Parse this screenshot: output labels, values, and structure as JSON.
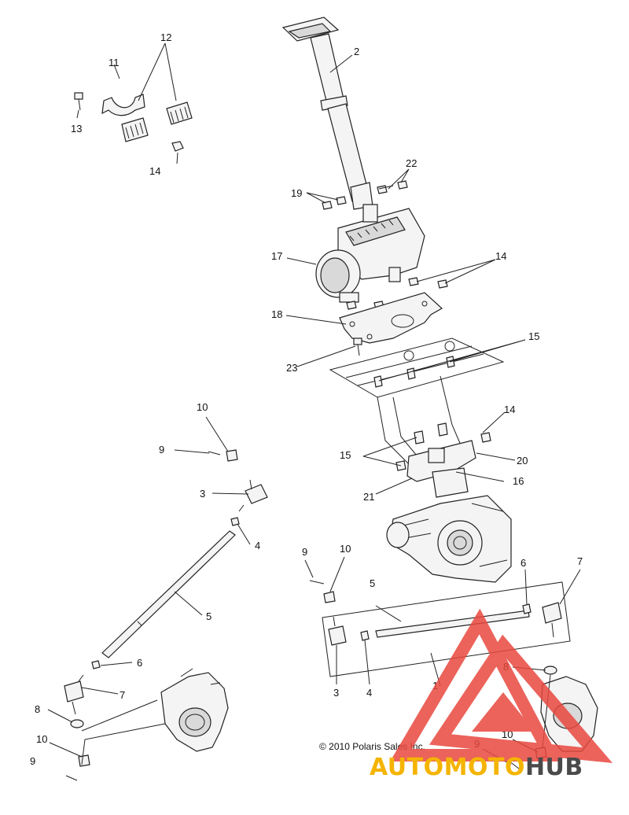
{
  "diagram": {
    "callouts": {
      "c1": "1",
      "c2": "2",
      "c3a": "3",
      "c3b": "3",
      "c4a": "4",
      "c4b": "4",
      "c5a": "5",
      "c5b": "5",
      "c6a": "6",
      "c6b": "6",
      "c7a": "7",
      "c7b": "7",
      "c8a": "8",
      "c8b": "8",
      "c9a": "9",
      "c9b": "9",
      "c9c": "9",
      "c9d": "9",
      "c10a": "10",
      "c10b": "10",
      "c10c": "10",
      "c10d": "10",
      "c11": "11",
      "c12": "12",
      "c13": "13",
      "c14a": "14",
      "c14b": "14",
      "c14c": "14",
      "c15a": "15",
      "c15b": "15",
      "c16": "16",
      "c17": "17",
      "c18": "18",
      "c19": "19",
      "c20": "20",
      "c21": "21",
      "c22": "22",
      "c23": "23"
    },
    "copyright": "© 2010 Polaris Sales Inc."
  },
  "watermark": {
    "brand_part1": "AUTOMOTO",
    "brand_part2": "HUB",
    "colors": {
      "logo_red": "#e8483f",
      "orange": "#f4b400",
      "dark": "#4a4a4a"
    }
  }
}
